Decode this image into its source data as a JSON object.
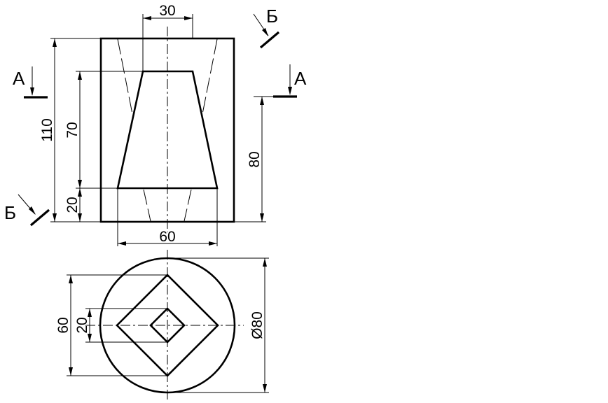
{
  "front_view": {
    "dim_top_width": "30",
    "dim_overall_height": "110",
    "dim_cone_height": "70",
    "dim_bottom_height": "20",
    "dim_right_height": "80",
    "dim_bottom_width": "60"
  },
  "section_labels": {
    "a_left": "А",
    "a_right": "А",
    "b_top": "Б",
    "b_bottom": "Б"
  },
  "top_view": {
    "dim_outer_square": "60",
    "dim_inner_square": "20",
    "dim_diameter": "Ø80"
  }
}
